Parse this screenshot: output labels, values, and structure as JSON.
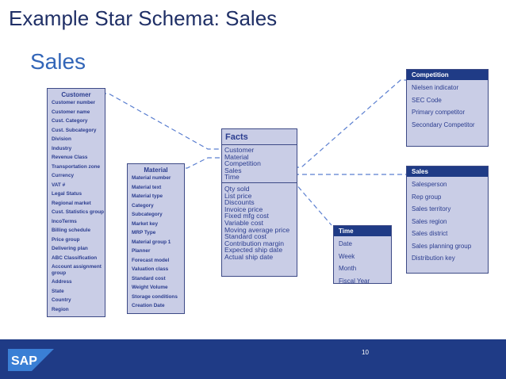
{
  "slide": {
    "title": "Example Star Schema: Sales",
    "subtitle": "Sales",
    "page_number": "10",
    "logo_text": "SAP"
  },
  "customer": {
    "header": "Customer",
    "items": [
      "Customer number",
      "Customer name",
      "Cust. Category",
      "Cust. Subcategory",
      "Division",
      "Industry",
      "Revenue Class",
      "Transportation zone",
      "Currency",
      "VAT #",
      "Legal Status",
      "Regional market",
      "Cust. Statistics group",
      "IncoTerms",
      "Billing schedule",
      "Price group",
      "Delivering plan",
      "ABC Classification",
      "Account assignment group",
      "Address",
      "State",
      "Country",
      "Region"
    ]
  },
  "material": {
    "header": "Material",
    "items": [
      "Material number",
      "Material text",
      "Material type",
      "Category",
      "Subcategory",
      "Market key",
      "MRP Type",
      "Material group 1",
      "Planner",
      "Forecast model",
      "Valuation class",
      "Standard cost",
      "Weight Volume",
      "Storage conditions",
      "Creation Date"
    ]
  },
  "facts": {
    "header": "Facts",
    "keys": [
      "Customer",
      "Material",
      "Competition",
      "Sales",
      "Time"
    ],
    "measures": [
      "Qty sold",
      "List price",
      "Discounts",
      "Invoice price",
      "Fixed mfg cost",
      "Variable cost",
      "Moving average price",
      "Standard cost",
      "Contribution margin",
      "Expected ship date",
      "Actual ship date"
    ]
  },
  "competition": {
    "header": "Competition",
    "items": [
      "Nielsen indicator",
      "SEC Code",
      "Primary competitor",
      "Secondary Competitor"
    ]
  },
  "sales": {
    "header": "Sales",
    "items": [
      "Salesperson",
      "Rep group",
      "Sales territory",
      "Sales region",
      "Sales district",
      "Sales planning group",
      "Distribution key"
    ]
  },
  "time": {
    "header": "Time",
    "items": [
      "Date",
      "Week",
      "Month",
      "Fiscal Year"
    ]
  },
  "colors": {
    "title": "#1f2f66",
    "subtitle": "#3366b8",
    "box_fill": "#c9cde6",
    "header_dark": "#1f3b86",
    "text": "#2b3d8f",
    "connector": "#5b7fd0"
  }
}
